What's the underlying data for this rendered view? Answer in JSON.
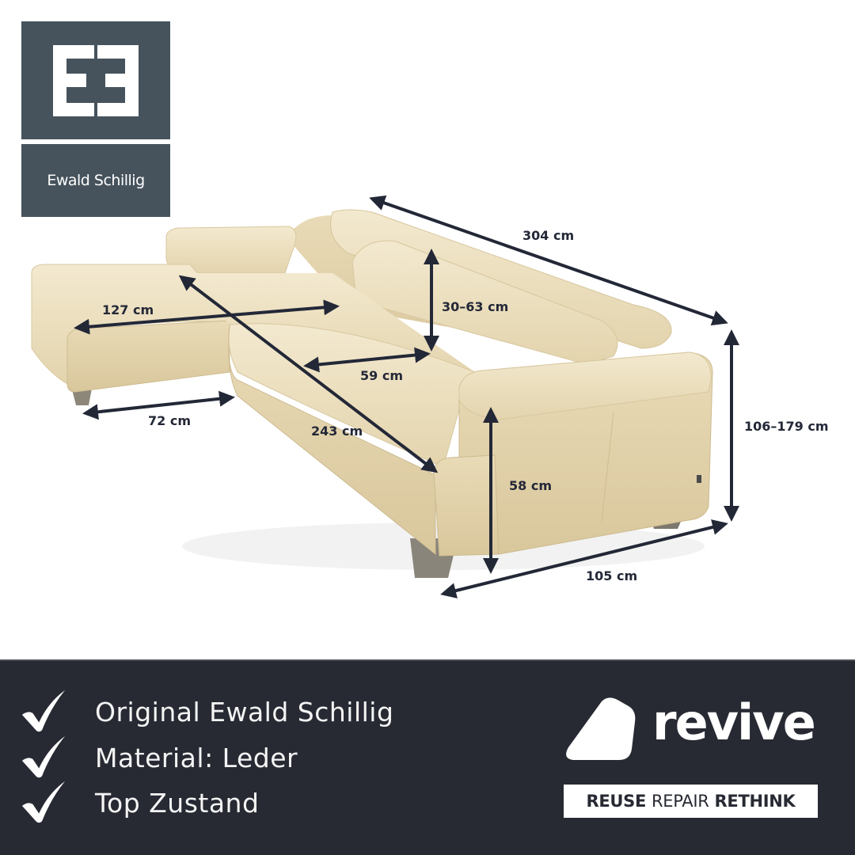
{
  "brand": {
    "logo_letters": "EƎ",
    "name": "Ewald Schillig",
    "logo_color": "#46535d"
  },
  "product": {
    "type": "leather corner sofa",
    "color": "#ece0c0"
  },
  "dimensions": {
    "total_width": "304 cm",
    "headrest_height": "30–63 cm",
    "chaise_width": "127 cm",
    "seat_depth": "59 cm",
    "chaise_depth": "72 cm",
    "side_length": "243 cm",
    "seat_height": "58 cm",
    "total_height": "106–179 cm",
    "depth": "105 cm",
    "line_color": "#232837"
  },
  "features": {
    "items": [
      {
        "label": "Original Ewald Schillig",
        "icon": "check-icon"
      },
      {
        "label": "Material: Leder",
        "icon": "check-icon"
      },
      {
        "label": "Top Zustand",
        "icon": "check-icon"
      }
    ],
    "background": "#272a33"
  },
  "revive": {
    "word": "revive",
    "tagline": {
      "reuse": "REUSE",
      "repair": "REPAIR",
      "rethink": "RETHINK"
    }
  }
}
